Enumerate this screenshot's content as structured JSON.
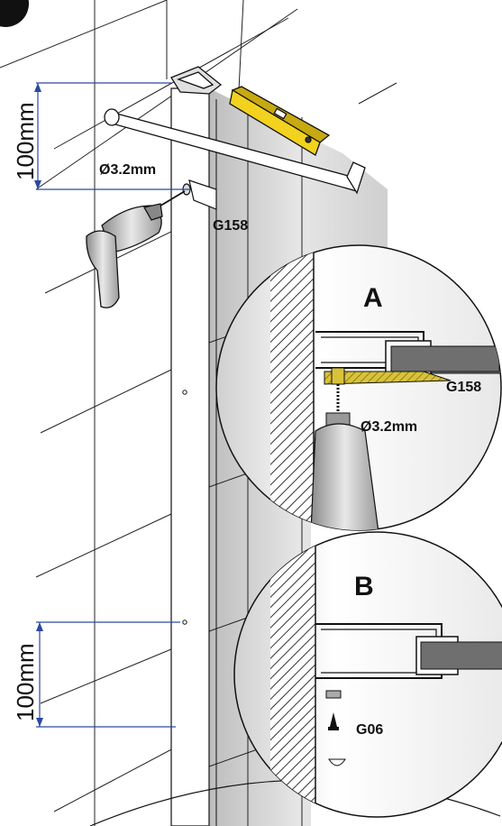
{
  "dimensions": {
    "top": "100mm",
    "bottom": "100mm",
    "drill_main": "Ø3.2mm"
  },
  "parts": {
    "bracket_main": "G158",
    "detail_a_part": "G158",
    "detail_a_drill": "Ø3.2mm",
    "detail_b_part": "G06"
  },
  "details": {
    "a": "A",
    "b": "B"
  },
  "colors": {
    "dimension_line": "#2a4aa0",
    "level": "#f2d21e",
    "adhesive": "#d8c23a",
    "line": "#111111",
    "tile_shade": "#d9d9d9"
  }
}
